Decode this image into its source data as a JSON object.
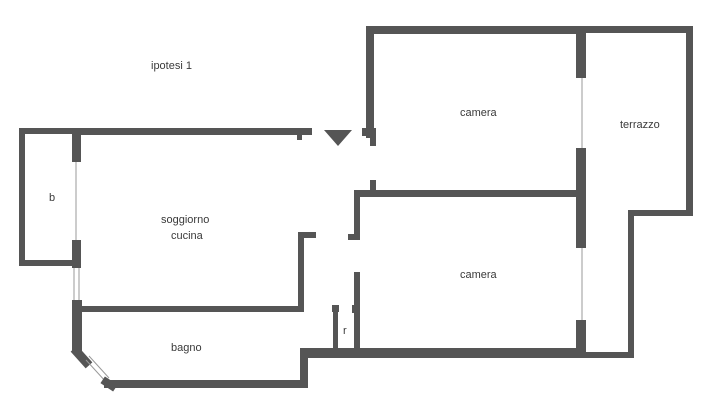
{
  "plan": {
    "title": "ipotesi 1",
    "rooms": {
      "camera_top": "camera",
      "camera_bottom": "camera",
      "terrazzo": "terrazzo",
      "balcony": "b",
      "soggiorno_line1": "soggiorno",
      "soggiorno_line2": "cucina",
      "bagno": "bagno",
      "ripostiglio": "r"
    }
  }
}
